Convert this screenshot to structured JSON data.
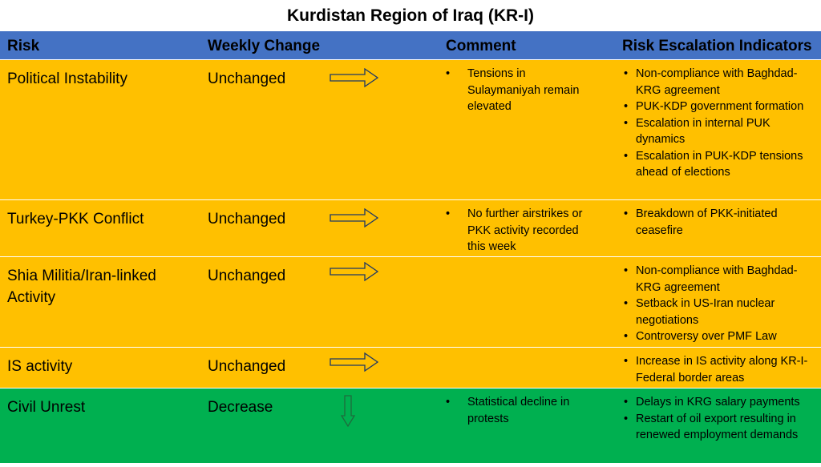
{
  "title": "Kurdistan Region of Iraq (KR-I)",
  "headers": {
    "risk": "Risk",
    "weekly_change": "Weekly Change",
    "comment": "Comment",
    "indicators": "Risk Escalation Indicators"
  },
  "colors": {
    "header": "#4472c4",
    "amber": "#ffc000",
    "green": "#00b050",
    "arrow_horizontal": "#1f3864",
    "arrow_down": "#1e6b3c"
  },
  "rows": [
    {
      "risk": "Political Instability",
      "change": "Unchanged",
      "arrow": "right-arrow-icon",
      "comments": [
        "Tensions in Sulaymaniyah remain elevated"
      ],
      "indicators": [
        "Non-compliance with Baghdad-KRG agreement",
        "PUK-KDP government formation",
        "Escalation in internal PUK dynamics",
        "Escalation in PUK-KDP tensions ahead of elections"
      ]
    },
    {
      "risk": "Turkey-PKK Conflict",
      "change": "Unchanged",
      "arrow": "right-arrow-icon",
      "comments": [
        "No further airstrikes or PKK activity recorded this week"
      ],
      "indicators": [
        "Breakdown of PKK-initiated ceasefire"
      ]
    },
    {
      "risk": "Shia Militia/Iran-linked Activity",
      "change": "Unchanged",
      "arrow": "right-arrow-icon",
      "comments": [],
      "indicators": [
        "Non-compliance with Baghdad-KRG agreement",
        "Setback in US-Iran nuclear negotiations",
        "Controversy over PMF Law"
      ]
    },
    {
      "risk": "IS activity",
      "change": "Unchanged",
      "arrow": "right-arrow-icon",
      "comments": [],
      "indicators": [
        "Increase in IS activity along KR-I-Federal border areas"
      ]
    },
    {
      "risk": "Civil Unrest",
      "change": "Decrease",
      "arrow": "down-arrow-icon",
      "comments": [
        "Statistical decline in protests"
      ],
      "indicators": [
        "Delays in KRG salary payments",
        "Restart of oil export resulting in renewed employment demands"
      ]
    }
  ]
}
